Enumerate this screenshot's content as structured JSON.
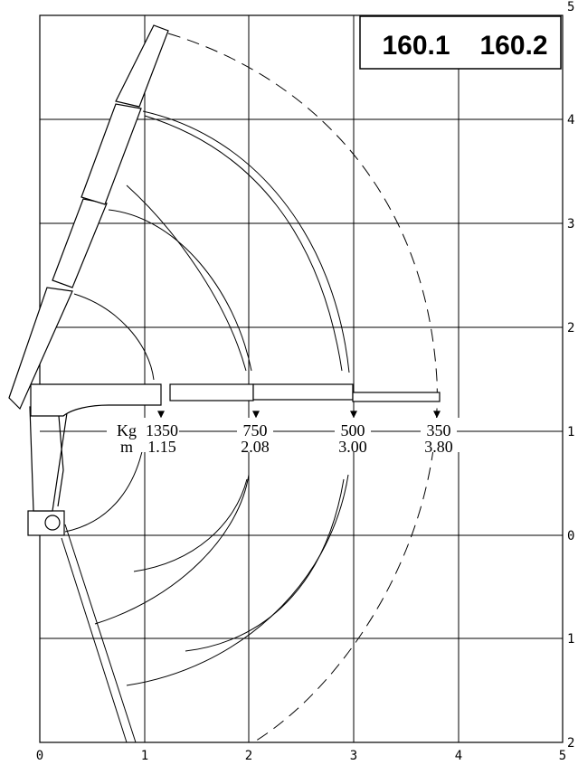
{
  "title": {
    "model_1": "160.1",
    "model_2": "160.2"
  },
  "axes": {
    "x_ticks": [
      "0",
      "1",
      "2",
      "3",
      "4",
      "5"
    ],
    "y_ticks_right": [
      "5",
      "4",
      "3",
      "2",
      "1",
      "0",
      "1",
      "2"
    ]
  },
  "capacities": {
    "weight_unit": "Kg",
    "radius_unit": "m",
    "entries": [
      {
        "load": "1350",
        "radius": "1.15"
      },
      {
        "load": "750",
        "radius": "2.08"
      },
      {
        "load": "500",
        "radius": "3.00"
      },
      {
        "load": "350",
        "radius": "3.80"
      }
    ]
  },
  "colors": {
    "ink": "#000000",
    "background": "#ffffff"
  }
}
